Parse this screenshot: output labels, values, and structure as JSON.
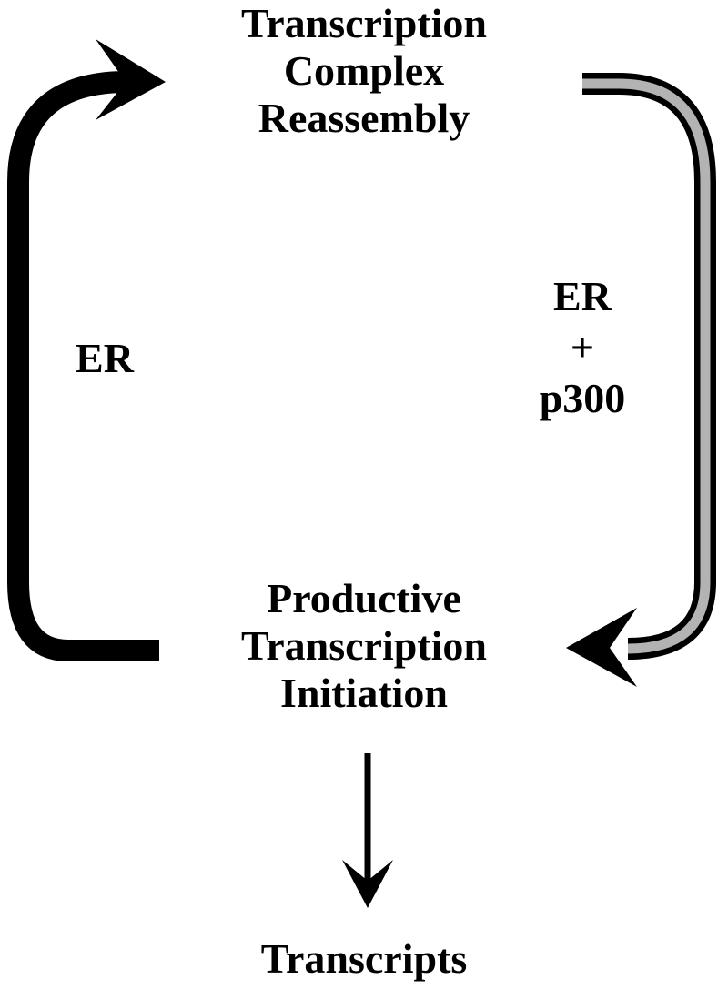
{
  "nodes": {
    "top": {
      "lines": [
        "Transcription",
        "Complex",
        "Reassembly"
      ]
    },
    "bottom": {
      "lines": [
        "Productive",
        "Transcription",
        "Initiation"
      ]
    },
    "output": {
      "label": "Transcripts"
    }
  },
  "edges": {
    "left": {
      "label": "ER",
      "color": "#000000"
    },
    "right": {
      "lines": [
        "ER",
        "+",
        "p300"
      ],
      "color": "#000000",
      "fill": "#b3b3b3"
    },
    "down": {
      "color": "#000000"
    }
  }
}
